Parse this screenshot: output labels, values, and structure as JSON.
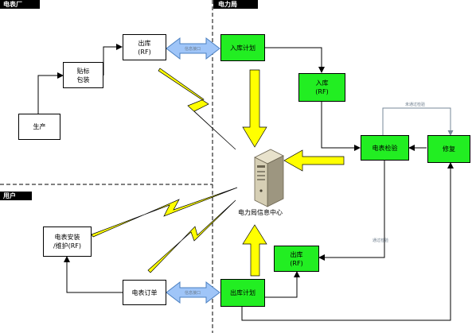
{
  "zones": {
    "meter_factory": "电表厂",
    "power_bureau": "电力局",
    "user": "用户"
  },
  "nodes": {
    "factory_outbound": "出库\n(RF)",
    "label_package": "贴标\n包装",
    "production": "生产",
    "bureau_inbound_plan": "入库计划",
    "bureau_inbound": "入库\n(RF)",
    "meter_inspection": "电表检验",
    "repair": "修复",
    "bureau_outbound": "出库\n(RF)",
    "bureau_outbound_plan": "出库计划",
    "meter_order": "电表订单",
    "meter_install": "电表安装\n/维护(RF)"
  },
  "center": {
    "label": "电力局信息中心"
  },
  "interface_labels": {
    "top": "信息接口",
    "bottom": "信息接口"
  },
  "edge_notes": {
    "fail": "未通过检验",
    "pass": "通过检验"
  },
  "colors": {
    "node_green": "#22ee22",
    "zone_header": "#000000",
    "lightning": "#ffff00",
    "arrow_yellow": "#ffff00",
    "interface_arrow": "#9fc5f8"
  }
}
